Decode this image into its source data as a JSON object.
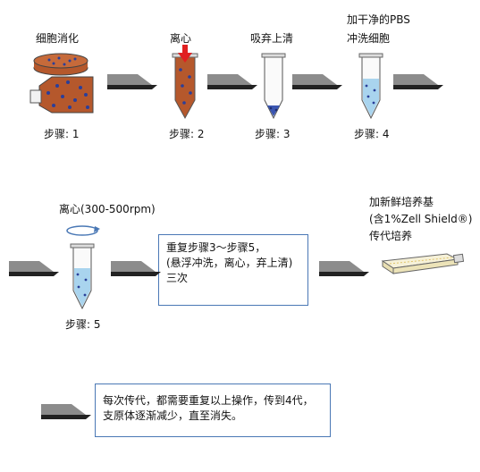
{
  "steps": {
    "s1": {
      "title": "细胞消化",
      "caption": "步骤: 1"
    },
    "s2": {
      "title": "离心",
      "caption": "步骤: 2"
    },
    "s3": {
      "title": "吸弃上清",
      "caption": "步骤: 3"
    },
    "s4": {
      "title_line1": "加干净的PBS",
      "title_line2": "冲洗细胞",
      "caption": "步骤: 4"
    },
    "s5": {
      "title": "离心(300-500rpm)",
      "caption": "步骤: 5"
    }
  },
  "repeat_box": {
    "line1": "重复步骤3～步骤5，",
    "line2": "(悬浮冲洗，离心，弃上清)",
    "line3": "三次"
  },
  "subculture": {
    "line1": "加新鲜培养基",
    "line2": "(含1%Zell Shield®)",
    "line3": "传代培养"
  },
  "note_box": {
    "line1": "每次传代，都需要重复以上操作，传到4代，",
    "line2": "支原体逐渐减少，直至消失。"
  },
  "colors": {
    "box_border": "#4a78b5",
    "cell_fill": "#b5582c",
    "cell_dot": "#2a3f9a",
    "arrow_gray": "#8c8c8c",
    "arrow_dark": "#222222",
    "pellet_blue": "#3a55b0",
    "pbs_blue": "#a9d4ee",
    "centrifuge_red": "#e02020"
  }
}
